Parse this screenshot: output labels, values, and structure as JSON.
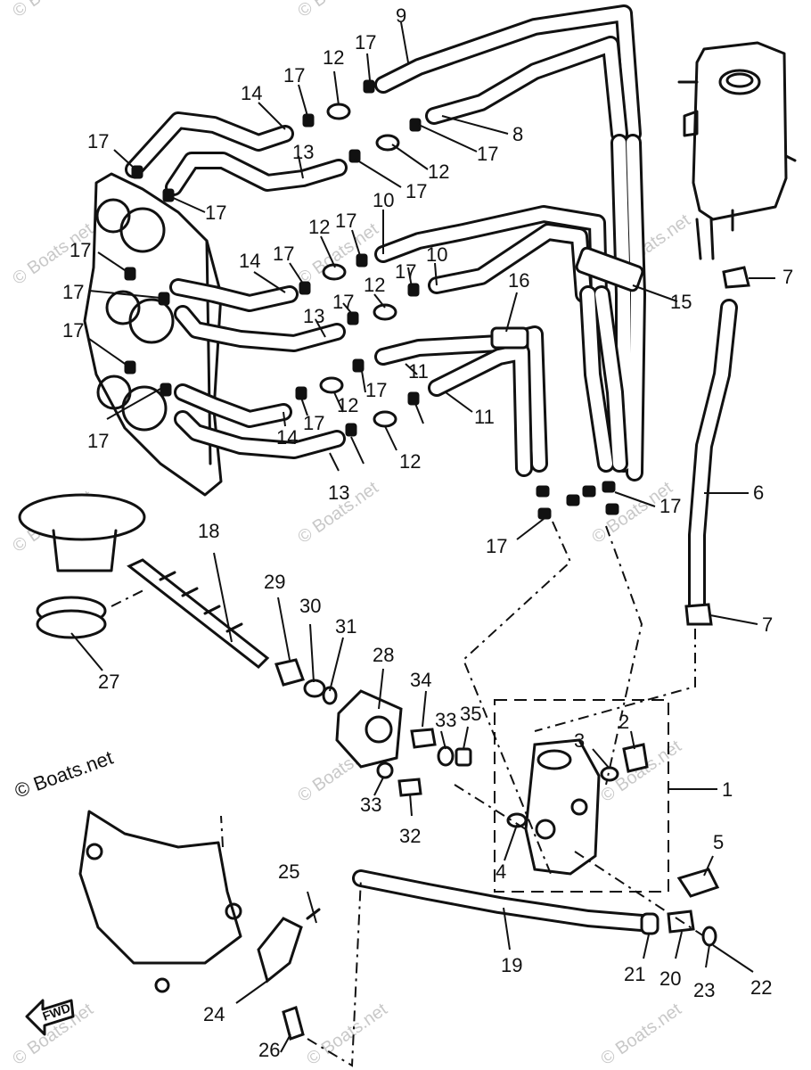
{
  "watermark": "© Boats.net",
  "brand_label": "© Boats.net",
  "forward_mark": "FWD",
  "callouts": {
    "c1": "1",
    "c2": "2",
    "c3": "3",
    "c4": "4",
    "c5": "5",
    "c6": "6",
    "c7a": "7",
    "c7b": "7",
    "c8": "8",
    "c9": "9",
    "c10a": "10",
    "c10b": "10",
    "c11a": "11",
    "c11b": "11",
    "c12a": "12",
    "c12b": "12",
    "c12c": "12",
    "c12d": "12",
    "c12e": "12",
    "c12f": "12",
    "c13a": "13",
    "c13b": "13",
    "c13c": "13",
    "c14a": "14",
    "c14b": "14",
    "c14c": "14",
    "c15": "15",
    "c16": "16",
    "c17a": "17",
    "c17b": "17",
    "c17c": "17",
    "c17d": "17",
    "c17e": "17",
    "c17f": "17",
    "c17g": "17",
    "c17h": "17",
    "c17i": "17",
    "c17j": "17",
    "c17k": "17",
    "c17l": "17",
    "c17m": "17",
    "c17n": "17",
    "c17o": "17",
    "c17p": "17",
    "c17q": "17",
    "c17r": "17",
    "c18": "18",
    "c19": "19",
    "c20": "20",
    "c21": "21",
    "c22": "22",
    "c23": "23",
    "c24": "24",
    "c25": "25",
    "c26": "26",
    "c27": "27",
    "c28": "28",
    "c29": "29",
    "c30": "30",
    "c31": "31",
    "c32": "32",
    "c33a": "33",
    "c33b": "33",
    "c34": "34",
    "c35": "35"
  }
}
